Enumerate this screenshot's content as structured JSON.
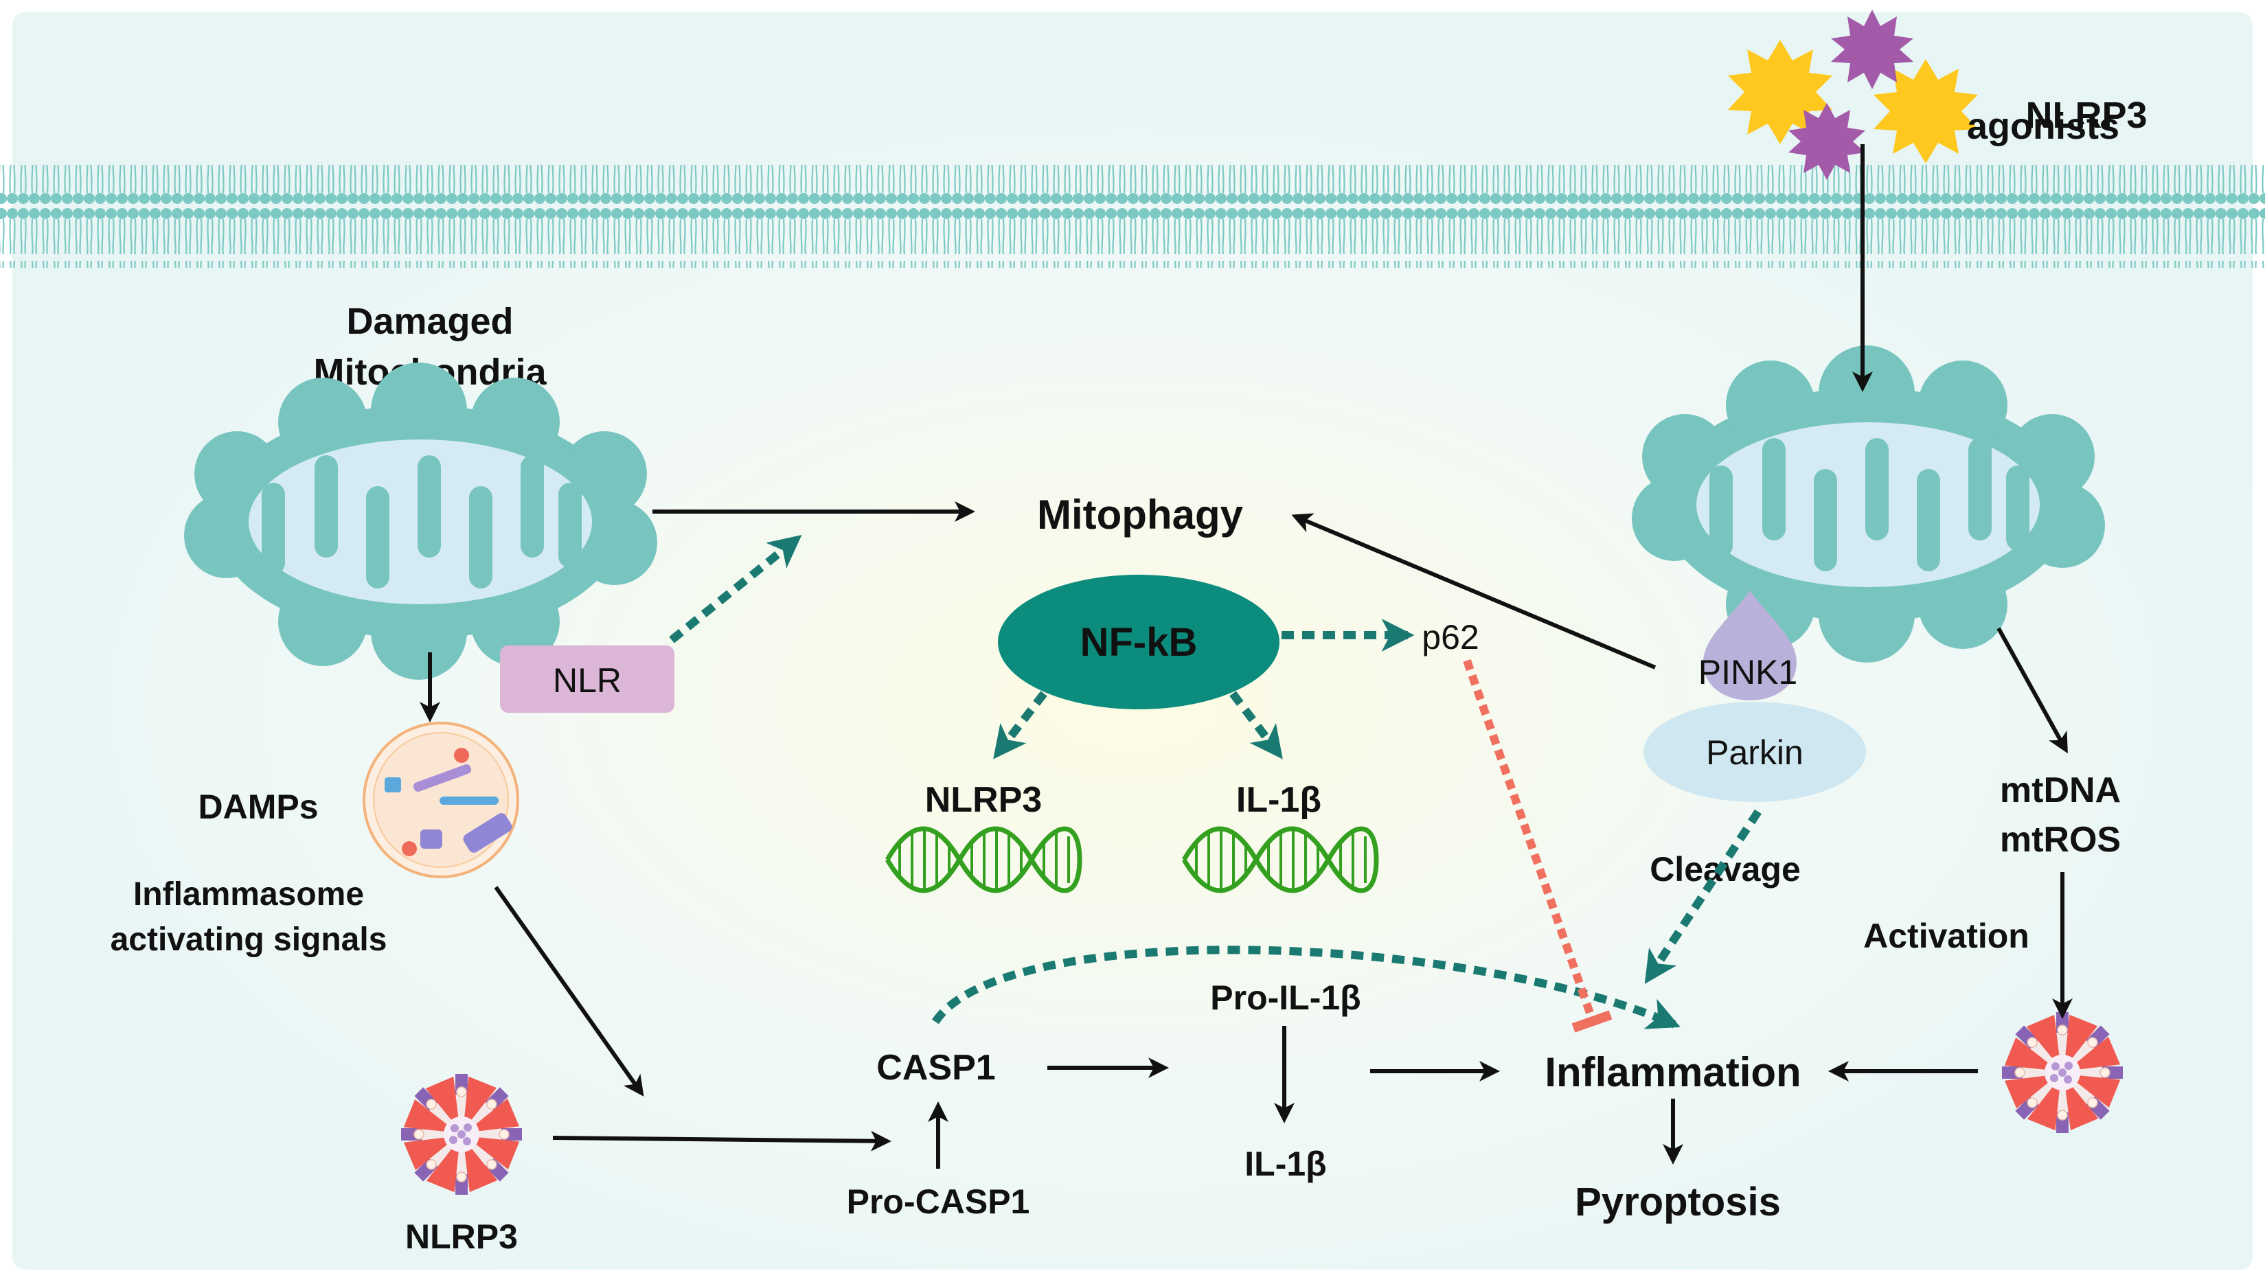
{
  "labels": {
    "nlrp3_agonists_l1": "NLRP3",
    "nlrp3_agonists_l2": "agonists",
    "damaged_l1": "Damaged",
    "damaged_l2": "Mitochondria",
    "mitophagy": "Mitophagy",
    "nfkb": "NF-kB",
    "p62": "p62",
    "nlr": "NLR",
    "pink1": "PINK1",
    "parkin": "Parkin",
    "damps": "DAMPs",
    "inflammasome_l1": "Inflammasome",
    "inflammasome_l2": "activating signals",
    "nlrp3_gene": "NLRP3",
    "il1b_gene": "IL-1β",
    "cleavage": "Cleavage",
    "mtdna": "mtDNA",
    "mtros": "mtROS",
    "activation": "Activation",
    "pro_il1b": "Pro-IL-1β",
    "casp1": "CASP1",
    "inflammation": "Inflammation",
    "il1b": "IL-1β",
    "pro_casp1": "Pro-CASP1",
    "pyroptosis": "Pyroptosis",
    "nlrp3_complex": "NLRP3"
  },
  "colors": {
    "membrane": "#7cc9c4",
    "mito_outer": "#78c5bf",
    "mito_inner": "#d5ebf3",
    "nfkb": "#0c8c7c",
    "dotted_teal": "#1a7a72",
    "inhibit": "#f07060",
    "nlr_box": "#dcb6d6",
    "pink1": "#b9b1d9",
    "parkin": "#cfe7f0",
    "dna": "#34a020",
    "agonist_yellow": "#ffc81f",
    "agonist_purple": "#a35aa8",
    "inflammasome_red": "#f05a50",
    "inflammasome_purple": "#8a64b4"
  }
}
